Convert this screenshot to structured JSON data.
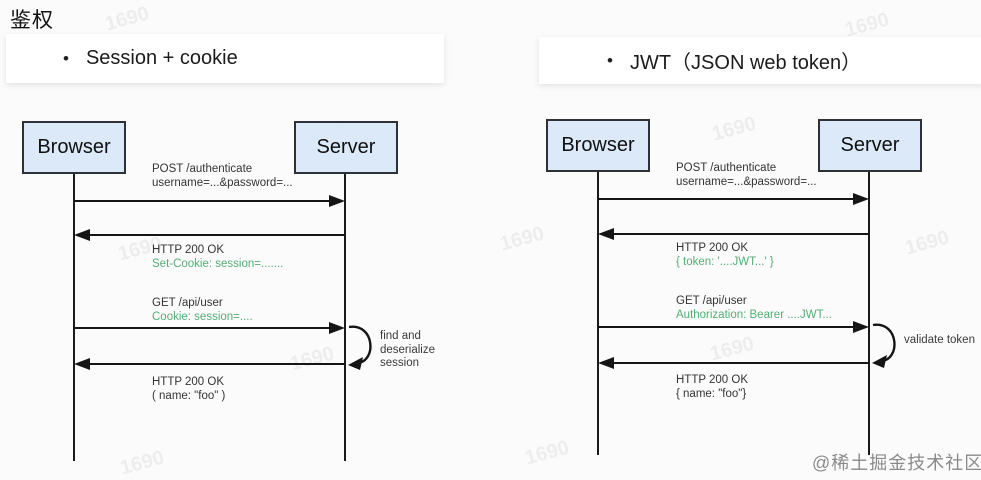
{
  "header": {
    "title": "鉴权"
  },
  "cards": [
    {
      "bullet": "•",
      "label": "Session + cookie"
    },
    {
      "bullet": "•",
      "label": "JWT（JSON web token）"
    }
  ],
  "colors": {
    "actor_fill": "#dbe9f8",
    "actor_border": "#2e3135",
    "highlight_green": "#53ae74",
    "line_black": "#151515"
  },
  "diagrams": [
    {
      "id": "session-cookie",
      "browser": "Browser",
      "server": "Server",
      "messages": [
        {
          "line1": "POST /authenticate",
          "line2": "username=...&password=...",
          "dir": "right"
        },
        {
          "line1": "HTTP 200 OK",
          "line2": "Set-Cookie: session=.......",
          "dir": "left"
        },
        {
          "line1": "GET /api/user",
          "line2": "Cookie: session=....",
          "dir": "right"
        },
        {
          "line1": "HTTP 200 OK",
          "line2": "( name: \"foo\" )",
          "dir": "left"
        }
      ],
      "note": "find and\ndeserialize\nsession"
    },
    {
      "id": "jwt",
      "browser": "Browser",
      "server": "Server",
      "messages": [
        {
          "line1": "POST /authenticate",
          "line2": "username=...&password=...",
          "dir": "right"
        },
        {
          "line1": "HTTP 200 OK",
          "line2": "{ token: '....JWT...' }",
          "dir": "left"
        },
        {
          "line1": "GET /api/user",
          "line2": "Authorization: Bearer ....JWT...",
          "dir": "right"
        },
        {
          "line1": "HTTP 200 OK",
          "line2": "{ name: \"foo\"}",
          "dir": "left"
        }
      ],
      "note": "validate token"
    }
  ],
  "watermarks": {
    "tile": "1690",
    "site": "@稀土掘金技术社区"
  }
}
